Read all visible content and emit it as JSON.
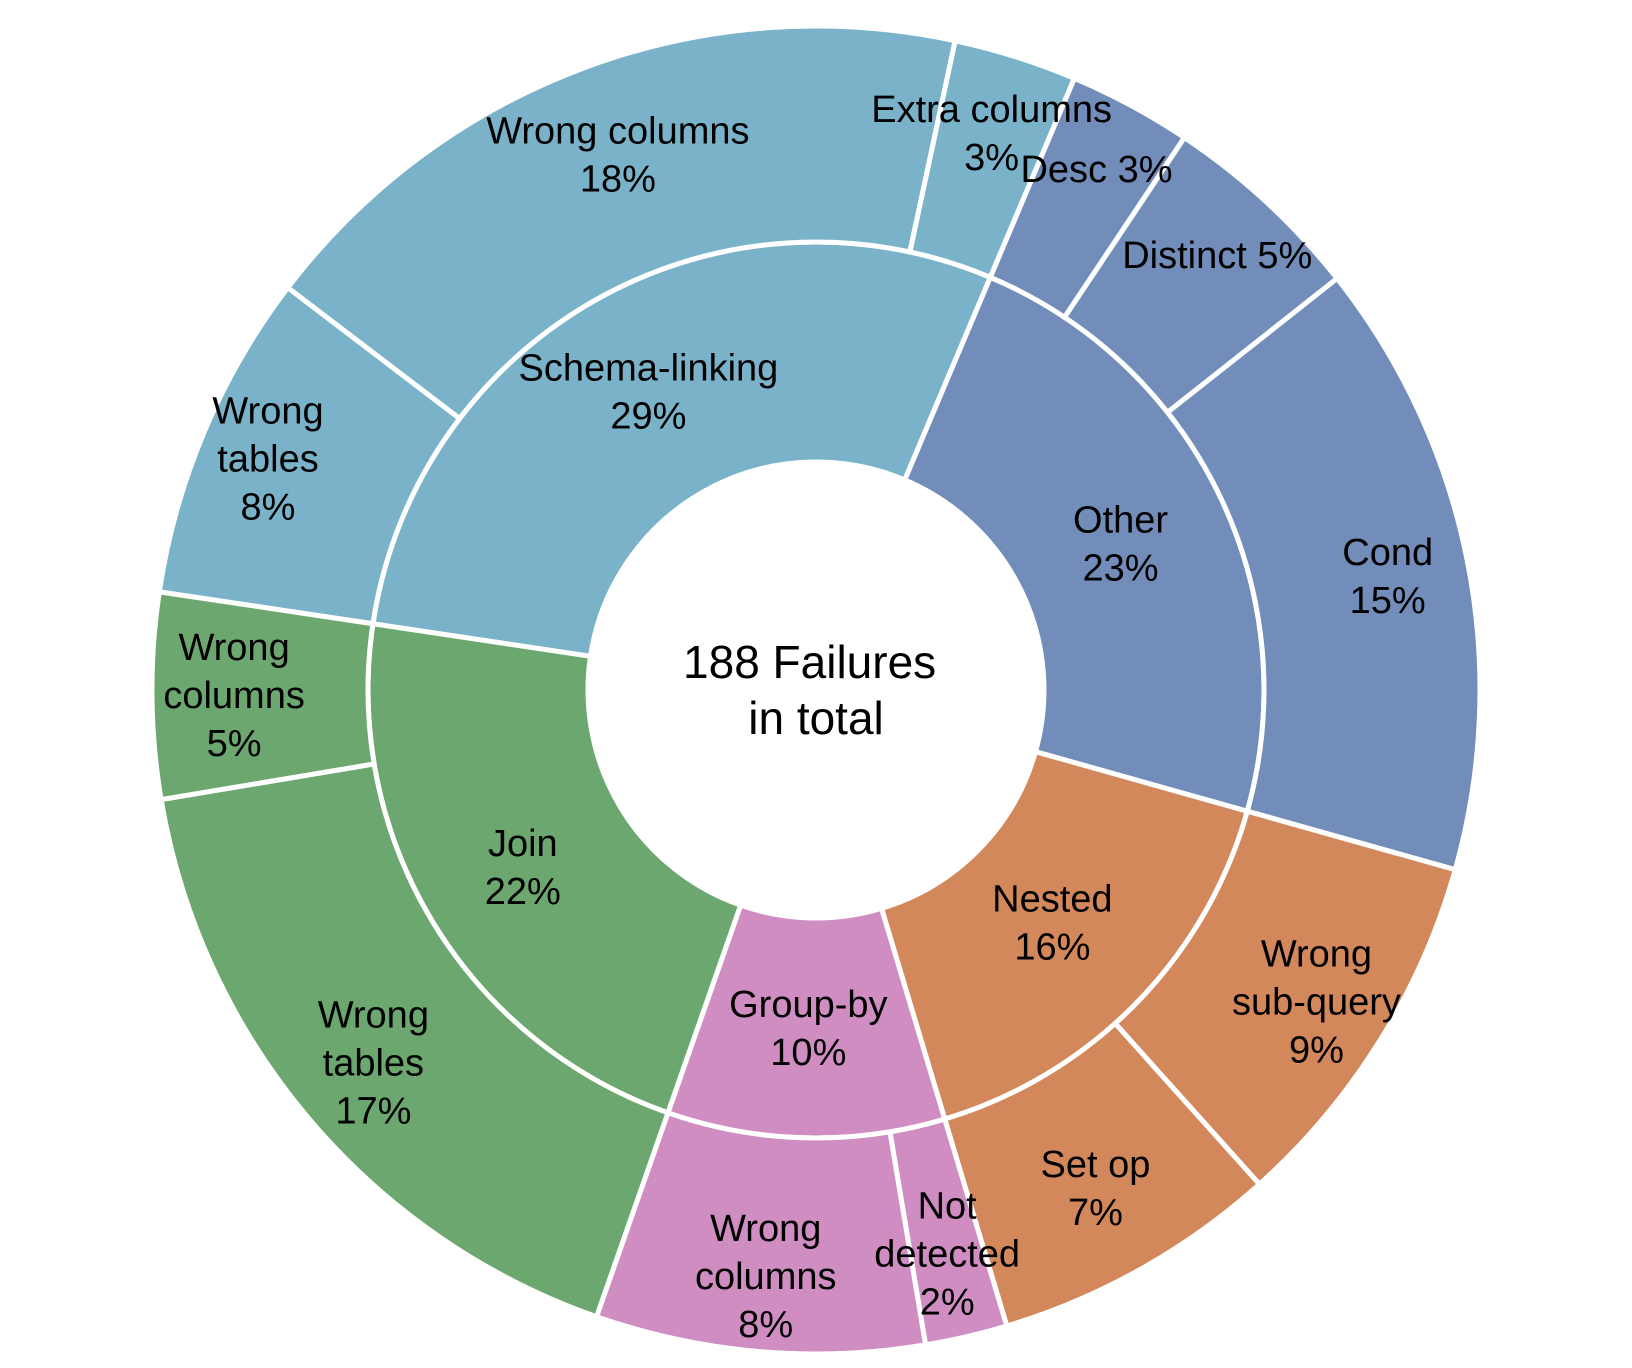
{
  "chart_data": {
    "type": "sunburst",
    "center_text": [
      "188 Failures",
      "in total"
    ],
    "colors": {
      "Schema-linking": "#7ab3c9",
      "Join": "#6ba76e",
      "Group-by": "#cf8dc2",
      "Nested": "#d3885c",
      "Other": "#728db9"
    },
    "categories": [
      {
        "name": "Schema-linking",
        "label": [
          "Schema-linking",
          "29%"
        ],
        "value": 29,
        "children": [
          {
            "name": "Wrong tables",
            "label": [
              "Wrong",
              "tables",
              "8%"
            ],
            "value": 8
          },
          {
            "name": "Wrong columns",
            "label": [
              "Wrong columns",
              "18%"
            ],
            "value": 18
          },
          {
            "name": "Extra columns",
            "label": [
              "Extra columns",
              "3%"
            ],
            "value": 3
          }
        ]
      },
      {
        "name": "Other",
        "label": [
          "Other",
          "23%"
        ],
        "value": 23,
        "children": [
          {
            "name": "Desc",
            "label": [
              "Desc 3%"
            ],
            "value": 3
          },
          {
            "name": "Distinct",
            "label": [
              "Distinct 5%"
            ],
            "value": 5
          },
          {
            "name": "Cond",
            "label": [
              "Cond",
              "15%"
            ],
            "value": 15
          }
        ]
      },
      {
        "name": "Nested",
        "label": [
          "Nested",
          "16%"
        ],
        "value": 16,
        "children": [
          {
            "name": "Wrong sub-query",
            "label": [
              "Wrong",
              "sub-query",
              "9%"
            ],
            "value": 9
          },
          {
            "name": "Set op",
            "label": [
              "Set op",
              "7%"
            ],
            "value": 7
          }
        ]
      },
      {
        "name": "Group-by",
        "label": [
          "Group-by",
          "10%"
        ],
        "value": 10,
        "children": [
          {
            "name": "Not detected",
            "label": [
              "Not",
              "detected",
              "2%"
            ],
            "value": 2
          },
          {
            "name": "Wrong columns",
            "label": [
              "Wrong",
              "columns",
              "8%"
            ],
            "value": 8
          }
        ]
      },
      {
        "name": "Join",
        "label": [
          "Join",
          "22%"
        ],
        "value": 22,
        "children": [
          {
            "name": "Wrong tables",
            "label": [
              "Wrong",
              "tables",
              "17%"
            ],
            "value": 17
          },
          {
            "name": "Wrong columns",
            "label": [
              "Wrong",
              "columns",
              "5%"
            ],
            "value": 5
          }
        ]
      }
    ]
  }
}
